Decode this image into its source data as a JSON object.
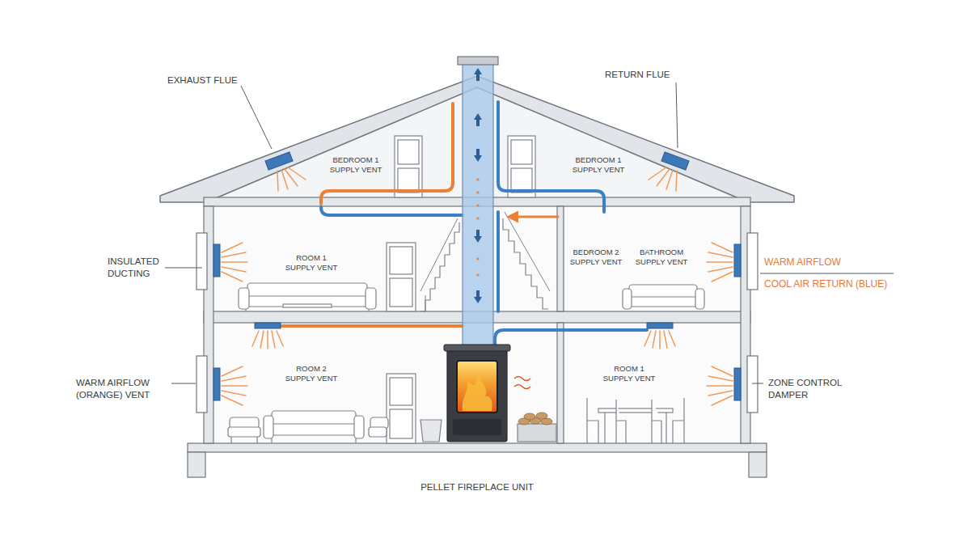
{
  "diagram": {
    "labels": [
      "EXHAUST FLUE",
      "RETURN FLUE",
      "BEDROOM 1 SUPPLY VENT",
      "BEDROOM 1 SUPPLY VENT",
      "INSULATED DUCTING",
      "ROOM 1 SUPPLY VENT",
      "BEDROOM 2 SUPPLY VENT",
      "BATHROOM SUPPLY VENT",
      "WARM AIRFLOW",
      "COOL AIR RETURN (BLUE)",
      "ROOM 2 SUPPLY VENT",
      "WARM AIRFLOW (ORANGE) VENT",
      "ROOM 1 SUPPLY VENT",
      "ZONE CONTROL DAMPER",
      "PELLET FIREPLACE UNIT"
    ]
  }
}
